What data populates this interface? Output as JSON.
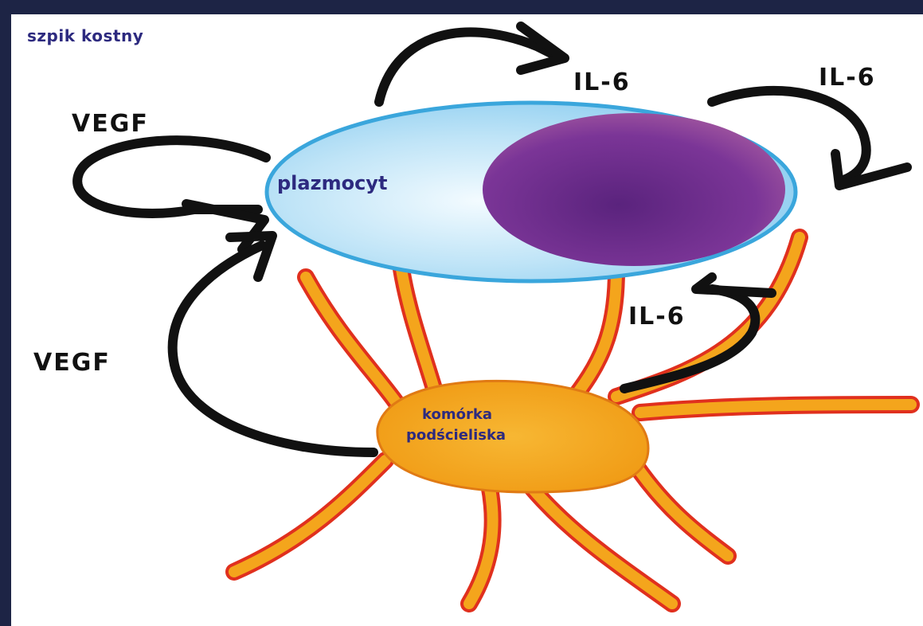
{
  "diagram": {
    "region_label": "szpik kostny",
    "plasma_cell_label": "plazmocyt",
    "stromal_cell_label_line1": "komórka",
    "stromal_cell_label_line2": "podścieliska",
    "signals": {
      "il6_top": "IL-6",
      "il6_right": "IL-6",
      "il6_stromal": "IL-6",
      "vegf_autocrine": "VEGF",
      "vegf_stromal": "VEGF"
    },
    "colors": {
      "background_border": "#1d2445",
      "plasma_cytoplasm": "#bfe4f7",
      "plasma_outline": "#3aa6dc",
      "nucleus": "#6a2b8c",
      "stromal_fill": "#f4a51c",
      "stromal_outline": "#e0301e",
      "arrow": "#111111",
      "label_text": "#2d2a7f"
    }
  }
}
